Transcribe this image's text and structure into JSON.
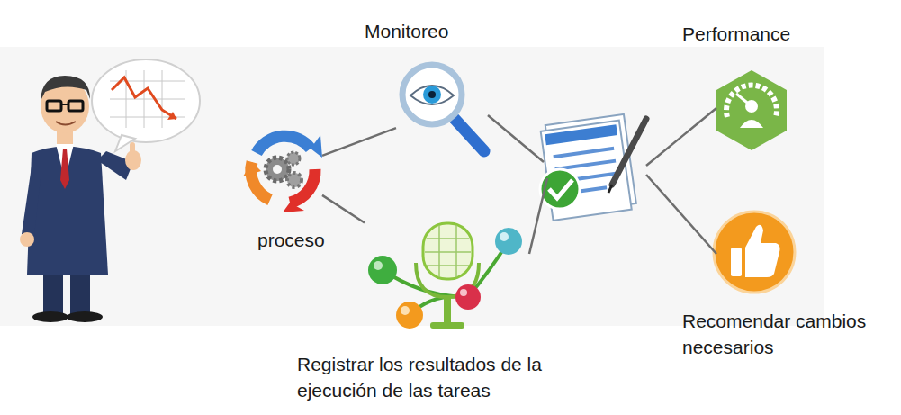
{
  "diagram": {
    "nodes": [
      {
        "text": [
          "proceso"
        ]
      },
      {
        "text": [
          "Monitoreo"
        ]
      },
      {
        "text": [
          "Registrar los resultados de la ejecución de las tareas"
        ]
      },
      {
        "text": [
          "Performance"
        ]
      },
      {
        "text": [
          "Recomendar cambios necesarios"
        ]
      }
    ],
    "edges": [
      {
        "from": 0,
        "to": 1,
        "arrow": "none"
      },
      {
        "from": 0,
        "to": 2,
        "arrow": "none"
      }
    ]
  }
}
